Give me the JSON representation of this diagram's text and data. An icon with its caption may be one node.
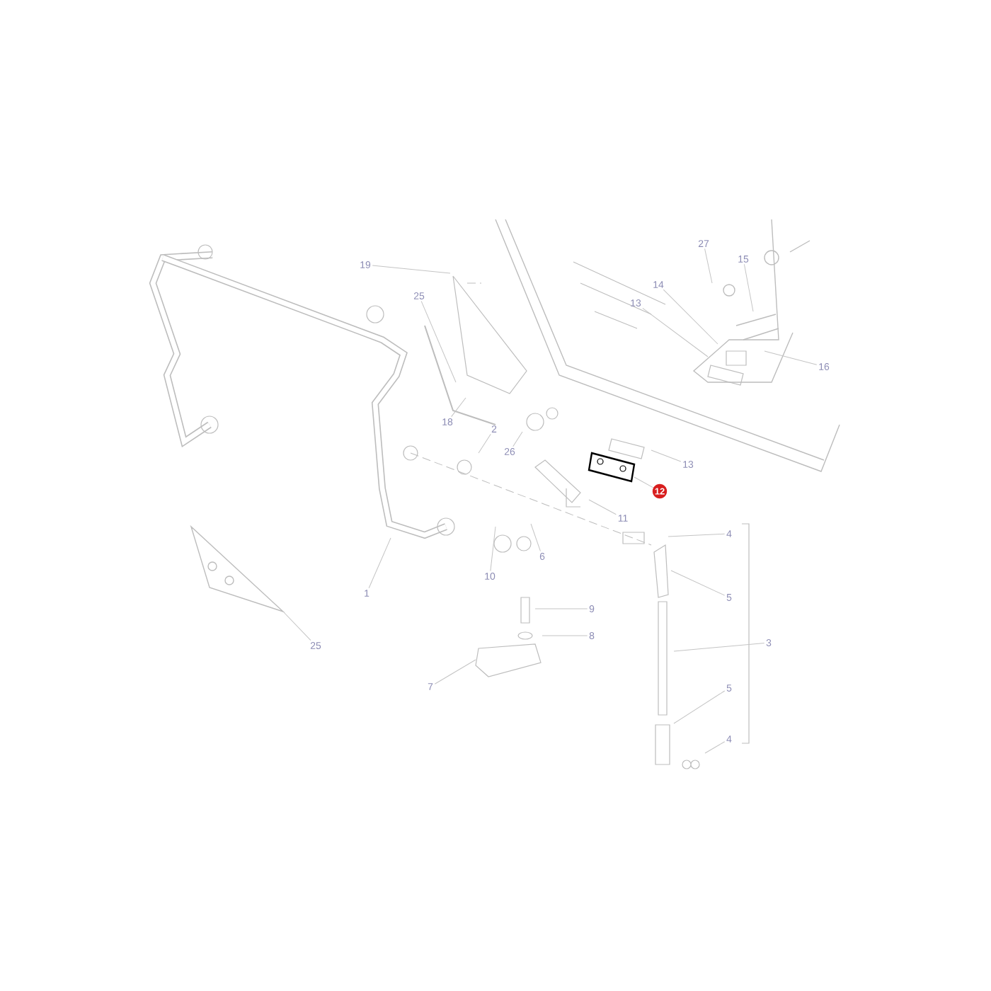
{
  "diagram": {
    "nodes": [
      {
        "text": [
          "19"
        ]
      },
      {
        "text": [
          "25"
        ]
      },
      {
        "text": [
          "27"
        ]
      },
      {
        "text": [
          "15"
        ]
      },
      {
        "text": [
          "14"
        ]
      },
      {
        "text": [
          "13"
        ]
      },
      {
        "text": [
          "16"
        ]
      },
      {
        "text": [
          "18"
        ]
      },
      {
        "text": [
          "2"
        ]
      },
      {
        "text": [
          "26"
        ]
      },
      {
        "text": [
          "13"
        ]
      },
      {
        "text": [
          "12"
        ]
      },
      {
        "text": [
          "11"
        ]
      },
      {
        "text": [
          "4"
        ]
      },
      {
        "text": [
          "6"
        ]
      },
      {
        "text": [
          "10"
        ]
      },
      {
        "text": [
          "1"
        ]
      },
      {
        "text": [
          "5"
        ]
      },
      {
        "text": [
          "9"
        ]
      },
      {
        "text": [
          "8"
        ]
      },
      {
        "text": [
          "3"
        ]
      },
      {
        "text": [
          "25"
        ]
      },
      {
        "text": [
          "7"
        ]
      },
      {
        "text": [
          "5"
        ]
      },
      {
        "text": [
          "4"
        ]
      }
    ],
    "edges": [
      {
        "from": 0,
        "to": null,
        "arrow": "none"
      },
      {
        "from": 1,
        "to": null,
        "arrow": "none"
      },
      {
        "from": 2,
        "to": null,
        "arrow": "none"
      },
      {
        "from": 3,
        "to": null,
        "arrow": "none"
      },
      {
        "from": 4,
        "to": null,
        "arrow": "none"
      },
      {
        "from": 5,
        "to": null,
        "arrow": "none"
      },
      {
        "from": 6,
        "to": null,
        "arrow": "none"
      },
      {
        "from": 7,
        "to": null,
        "arrow": "none"
      },
      {
        "from": 8,
        "to": null,
        "arrow": "none"
      },
      {
        "from": 9,
        "to": null,
        "arrow": "none"
      },
      {
        "from": 10,
        "to": null,
        "arrow": "none"
      },
      {
        "from": 11,
        "to": null,
        "arrow": "none"
      },
      {
        "from": 12,
        "to": null,
        "arrow": "none"
      },
      {
        "from": 13,
        "to": null,
        "arrow": "none"
      },
      {
        "from": 14,
        "to": null,
        "arrow": "none"
      },
      {
        "from": 15,
        "to": null,
        "arrow": "none"
      },
      {
        "from": 16,
        "to": null,
        "arrow": "none"
      },
      {
        "from": 17,
        "to": null,
        "arrow": "none"
      },
      {
        "from": 18,
        "to": null,
        "arrow": "none"
      },
      {
        "from": 19,
        "to": null,
        "arrow": "none"
      },
      {
        "from": 20,
        "to": null,
        "arrow": "none"
      },
      {
        "from": 21,
        "to": null,
        "arrow": "none"
      },
      {
        "from": 22,
        "to": null,
        "arrow": "none"
      },
      {
        "from": 23,
        "to": null,
        "arrow": "none"
      },
      {
        "from": 24,
        "to": null,
        "arrow": "none"
      }
    ]
  }
}
